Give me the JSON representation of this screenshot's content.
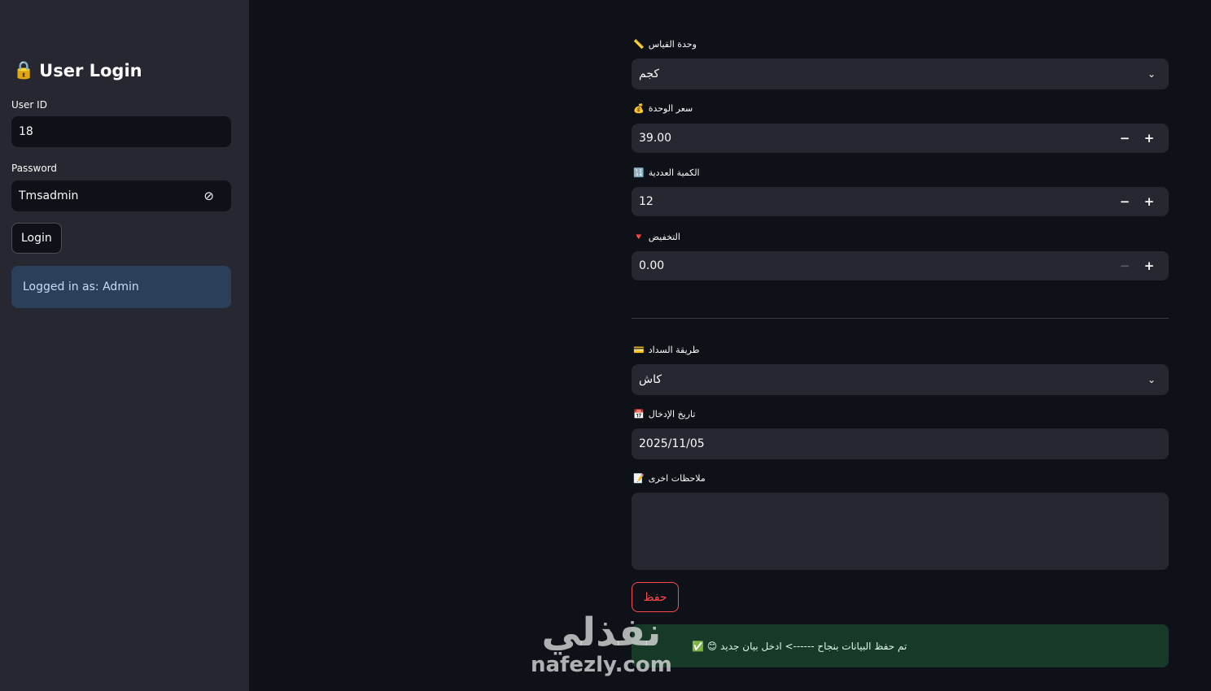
{
  "sidebar": {
    "title": "User Login",
    "user_id_label": "User ID",
    "user_id_value": "18",
    "password_label": "Password",
    "password_value": "Tmsadmin",
    "login_label": "Login",
    "status": "Logged in as: Admin"
  },
  "form": {
    "unit": {
      "icon": "📏",
      "label": "وحدة القياس",
      "value": "كجم"
    },
    "price": {
      "icon": "💰",
      "label": "سعر الوحدة",
      "value": "39.00"
    },
    "qty": {
      "icon": "🔢",
      "label": "الكمية العددية",
      "value": "12"
    },
    "discount": {
      "icon": "🔻",
      "label": "التخفيض",
      "value": "0.00"
    },
    "payment": {
      "icon": "💳",
      "label": "طريقة السداد",
      "value": "كاش"
    },
    "date": {
      "icon": "📅",
      "label": "تاريخ الإدخال",
      "value": "2025/11/05"
    },
    "notes": {
      "icon": "📝",
      "label": "ملاحظات اخرى",
      "value": ""
    },
    "save_label": "حفظ",
    "success": "تم حفظ البيانات بنجاح ------> ادخل بيان جديد 😊 ✅"
  },
  "watermark": {
    "arabic": "نفذلي",
    "latin": "nafezly.com"
  }
}
